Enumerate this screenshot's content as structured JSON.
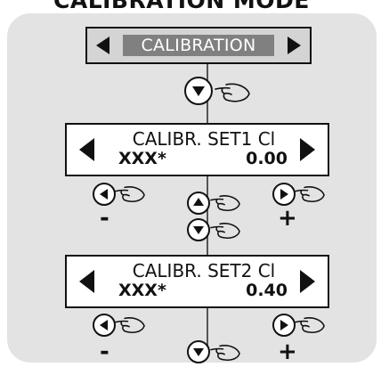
{
  "header": {
    "title_partial": "CALIBRATION MODE"
  },
  "banner": {
    "title": "CALIBRATION"
  },
  "screen1": {
    "line1": "CALIBR. SET1 Cl",
    "code": "XXX*",
    "value": "0.00"
  },
  "screen2": {
    "line1": "CALIBR. SET2 Cl",
    "code": "XXX*",
    "value": "0.40"
  },
  "signs": {
    "minus": "-",
    "plus": "+"
  },
  "icons": {
    "down": "down-button-icon",
    "up": "up-button-icon",
    "left": "left-button-icon",
    "right": "right-button-icon",
    "hand": "pointing-hand-icon"
  }
}
